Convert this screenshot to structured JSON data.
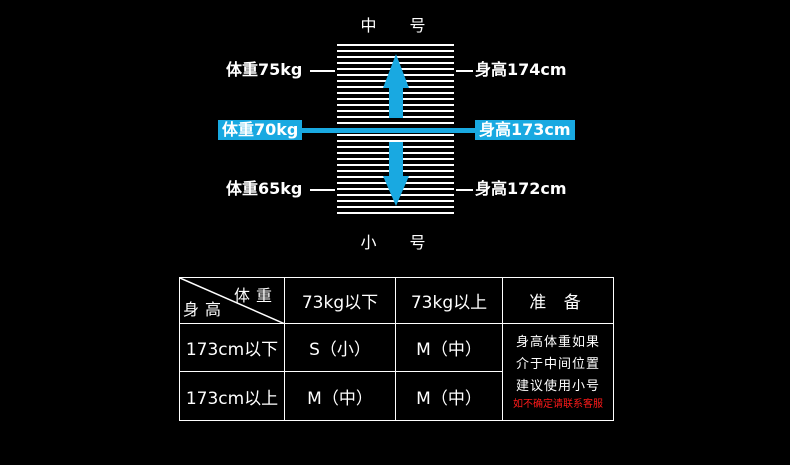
{
  "diagram": {
    "top_size_label": "中 号",
    "bottom_size_label": "小 号",
    "weight_top": "体重75kg",
    "weight_mid": "体重70kg",
    "weight_bottom": "体重65kg",
    "height_top": "身高174cm",
    "height_mid": "身高173cm",
    "height_bottom": "身高172cm",
    "accent_color": "#19a9e1"
  },
  "table": {
    "header": {
      "diag_top": "体重",
      "diag_bottom": "身高",
      "col1": "73kg以下",
      "col2": "73kg以上",
      "col3": "准 备"
    },
    "rows": [
      {
        "label": "173cm以下",
        "col1": "S（小）",
        "col2": "M（中）"
      },
      {
        "label": "173cm以上",
        "col1": "M（中）",
        "col2": "M（中）"
      }
    ],
    "note": {
      "line1": "身高体重如果",
      "line2": "介于中间位置",
      "line3": "建议使用小号",
      "warning": "如不确定请联系客服",
      "warning_color": "#ff1a1a"
    }
  }
}
